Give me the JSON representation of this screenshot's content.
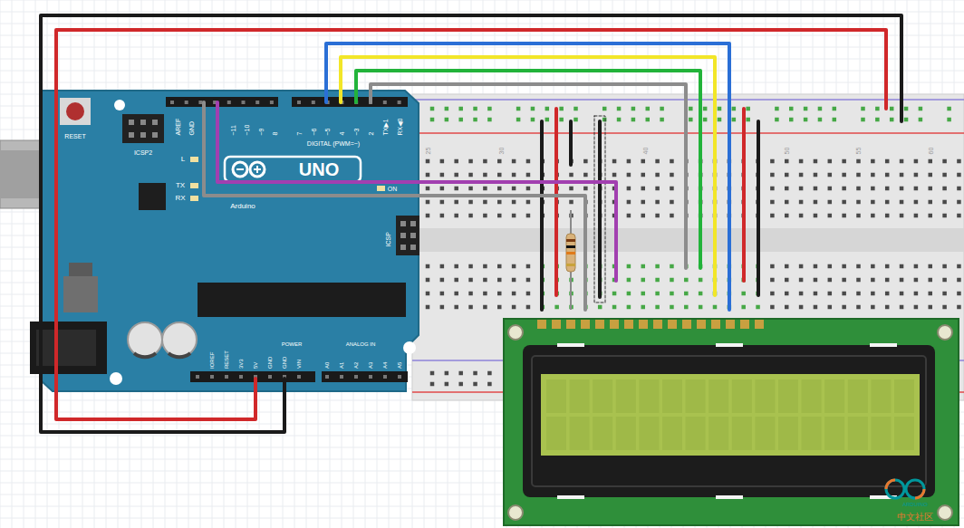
{
  "diagram": {
    "labels": [
      "RESET",
      "ICSP2",
      "AREF",
      "GND",
      "~11",
      "~10",
      "~9",
      "8",
      "7",
      "~6",
      "~5",
      "4",
      "~3",
      "2",
      "TX▶1",
      "RX◀0",
      "DIGITAL (PWM=~)",
      "L",
      "TX",
      "RX",
      "UNO",
      "Arduino",
      "ON",
      "ICSP",
      "IOREF",
      "RESET",
      "3V3",
      "5V",
      "GND",
      "GND",
      "VIN",
      "POWER",
      "ANALOG IN",
      "A0",
      "A1",
      "A2",
      "A3",
      "A4",
      "A5",
      "25",
      "30",
      "40",
      "50",
      "55",
      "60",
      "ARDUINO",
      "中文社区"
    ]
  }
}
